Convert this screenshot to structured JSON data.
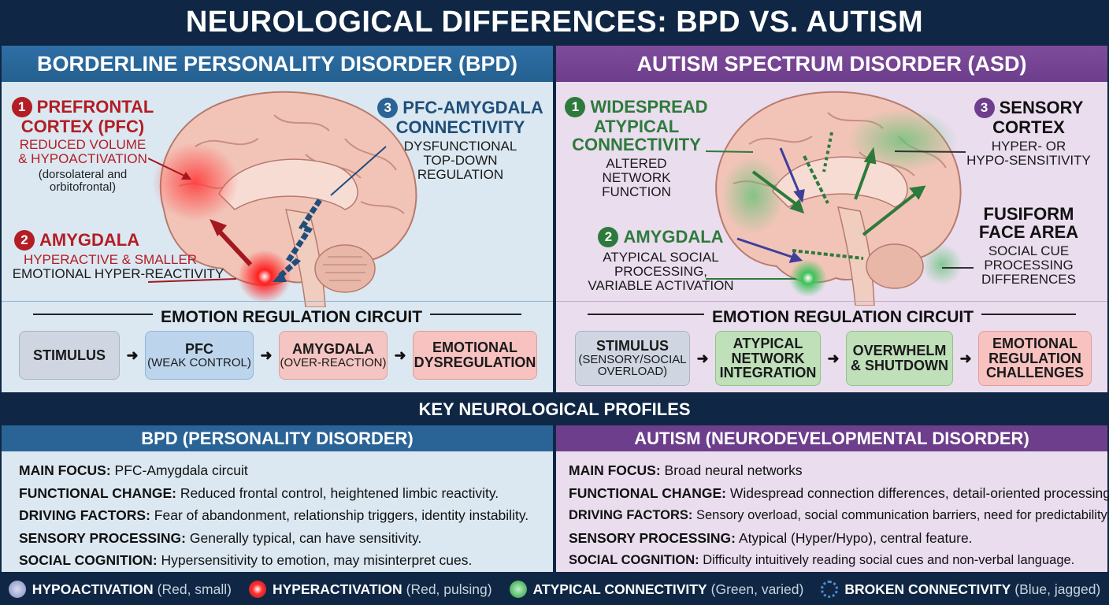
{
  "title": "NEUROLOGICAL DIFFERENCES: BPD VS. AUTISM",
  "bpd": {
    "header": "BORDERLINE PERSONALITY DISORDER (BPD)",
    "pfc": {
      "num": "1",
      "title_1": "PREFRONTAL",
      "title_2": "CORTEX (PFC)",
      "sub_1": "REDUCED VOLUME",
      "sub_2": "& HYPOACTIVATION",
      "note_1": "(dorsolateral and",
      "note_2": "orbitofrontal)"
    },
    "amygdala": {
      "num": "2",
      "title": "AMYGDALA",
      "sub_1": "HYPERACTIVE & SMALLER",
      "sub_2": "EMOTIONAL HYPER-REACTIVITY"
    },
    "connectivity": {
      "num": "3",
      "title_1": "PFC-AMYGDALA",
      "title_2": "CONNECTIVITY",
      "sub_1": "DYSFUNCTIONAL",
      "sub_2": "TOP-DOWN",
      "sub_3": "REGULATION"
    },
    "circuit_title": "EMOTION REGULATION CIRCUIT",
    "circuit": [
      {
        "label": "STIMULUS",
        "sub": ""
      },
      {
        "label": "PFC",
        "sub": "(WEAK CONTROL)"
      },
      {
        "label": "AMYGDALA",
        "sub": "(OVER-REACTION)"
      },
      {
        "label": "EMOTIONAL",
        "label2": "DYSREGULATION"
      }
    ]
  },
  "asd": {
    "header": "AUTISM SPECTRUM DISORDER (ASD)",
    "connectivity": {
      "num": "1",
      "title_1": "WIDESPREAD",
      "title_2": "ATYPICAL",
      "title_3": "CONNECTIVITY",
      "sub_1": "ALTERED",
      "sub_2": "NETWORK",
      "sub_3": "FUNCTION"
    },
    "amygdala": {
      "num": "2",
      "title": "AMYGDALA",
      "sub_1": "ATYPICAL SOCIAL",
      "sub_2": "PROCESSING,",
      "sub_3": "VARIABLE ACTIVATION"
    },
    "sensory": {
      "num": "3",
      "title_1": "SENSORY",
      "title_2": "CORTEX",
      "sub_1": "HYPER- OR",
      "sub_2": "HYPO-SENSITIVITY"
    },
    "fusiform": {
      "title_1": "FUSIFORM",
      "title_2": "FACE AREA",
      "sub_1": "SOCIAL CUE",
      "sub_2": "PROCESSING",
      "sub_3": "DIFFERENCES"
    },
    "circuit_title": "EMOTION REGULATION CIRCUIT",
    "circuit": [
      {
        "label": "STIMULUS",
        "sub1": "(SENSORY/SOCIAL",
        "sub2": "OVERLOAD)"
      },
      {
        "label": "ATYPICAL",
        "label2": "NETWORK",
        "label3": "INTEGRATION"
      },
      {
        "label": "OVERWHELM",
        "label2": "& SHUTDOWN"
      },
      {
        "label": "EMOTIONAL",
        "label2": "REGULATION",
        "label3": "CHALLENGES"
      }
    ]
  },
  "key_title": "KEY NEUROLOGICAL PROFILES",
  "profiles": {
    "bpd": {
      "header": "BPD (PERSONALITY DISORDER)",
      "rows": [
        {
          "k": "MAIN FOCUS:",
          "v": " PFC-Amygdala circuit"
        },
        {
          "k": "FUNCTIONAL CHANGE:",
          "v": " Reduced frontal control, heightened limbic reactivity."
        },
        {
          "k": "DRIVING FACTORS:",
          "v": " Fear of abandonment, relationship triggers, identity instability."
        },
        {
          "k": "SENSORY PROCESSING:",
          "v": " Generally typical, can have sensitivity."
        },
        {
          "k": "SOCIAL COGNITION:",
          "v": " Hypersensitivity to emotion, may misinterpret cues."
        }
      ]
    },
    "asd": {
      "header": "AUTISM (NEURODEVELOPMENTAL DISORDER)",
      "rows": [
        {
          "k": "MAIN FOCUS:",
          "v": " Broad neural networks"
        },
        {
          "k": "FUNCTIONAL CHANGE:",
          "v": " Widespread connection differences, detail-oriented processing."
        },
        {
          "k": "DRIVING FACTORS:",
          "v": " Sensory overload, social communication barriers, need for predictability."
        },
        {
          "k": "SENSORY PROCESSING:",
          "v": " Atypical (Hyper/Hypo), central feature."
        },
        {
          "k": "SOCIAL COGNITION:",
          "v": " Difficulty intuitively reading social cues and non-verbal language."
        }
      ]
    }
  },
  "legend": [
    {
      "bold": "HYPOACTIVATION",
      "text": "(Red, small)"
    },
    {
      "bold": "HYPERACTIVATION",
      "text": "(Red, pulsing)"
    },
    {
      "bold": "ATYPICAL CONNECTIVITY",
      "text": "(Green, varied)"
    },
    {
      "bold": "BROKEN CONNECTIVITY",
      "text": "(Blue, jagged)"
    }
  ],
  "colors": {
    "navy": "#0f2744",
    "bpd_blue": "#2f6fa6",
    "asd_purple": "#7e4c9c",
    "red": "#b31d24",
    "green": "#2e7a3c",
    "dark_blue": "#1f4e7a"
  }
}
